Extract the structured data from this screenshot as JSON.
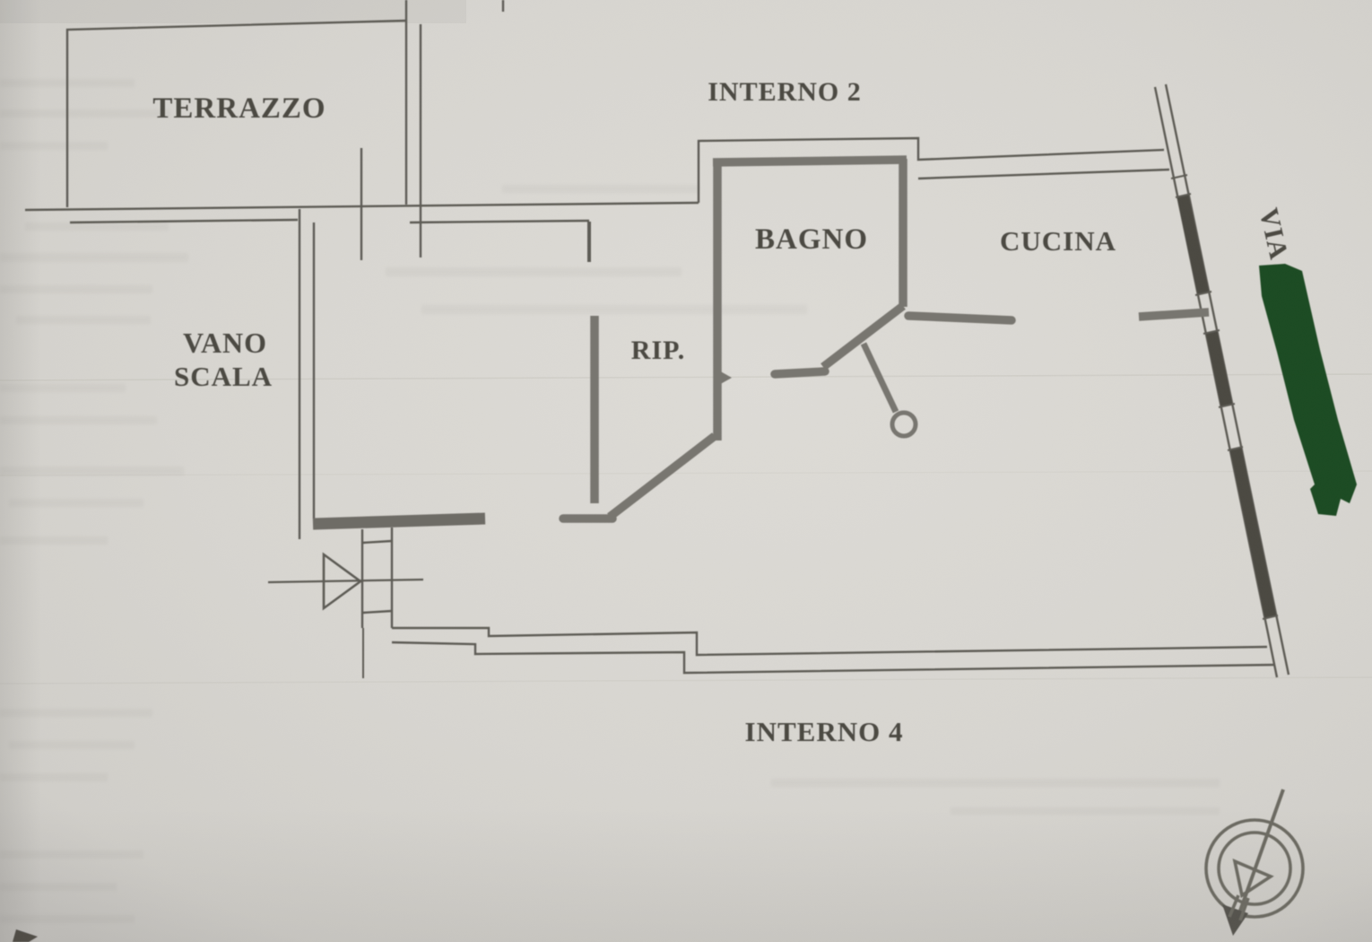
{
  "document": {
    "kind": "scanned-floor-plan",
    "style": "Italian cadastral planimetria, photographed paper",
    "language": "it"
  },
  "colors": {
    "paper": "#d9d7d2",
    "ink": "#55534d",
    "wall_gray": "#787670",
    "street_wall_dark": "#4b4943",
    "redaction_green": "#17451e"
  },
  "plan": {
    "labels": {
      "terrazzo": "TERRAZZO",
      "interno_2": "INTERNO 2",
      "bagno": "BAGNO",
      "cucina": "CUCINA",
      "vano_scala_line1": "VANO",
      "vano_scala_line2": "SCALA",
      "rip": "RIP.",
      "interno_4": "INTERNO 4",
      "via": "VIA"
    },
    "street": {
      "label": "VIA",
      "name_redacted": true,
      "redaction_style": "dark-green marker bar along street wall"
    },
    "symbols": {
      "north_arrow": "double-circle compass with diagonal needle and filled arrowhead",
      "entrance_door": "triangle door-swing with threshold jamb",
      "bagno_door": "angled door leaf with round knob",
      "terrazzo_opening": "cross line through wall",
      "windows": "white gaps with tick marks in hatched street wall"
    }
  }
}
